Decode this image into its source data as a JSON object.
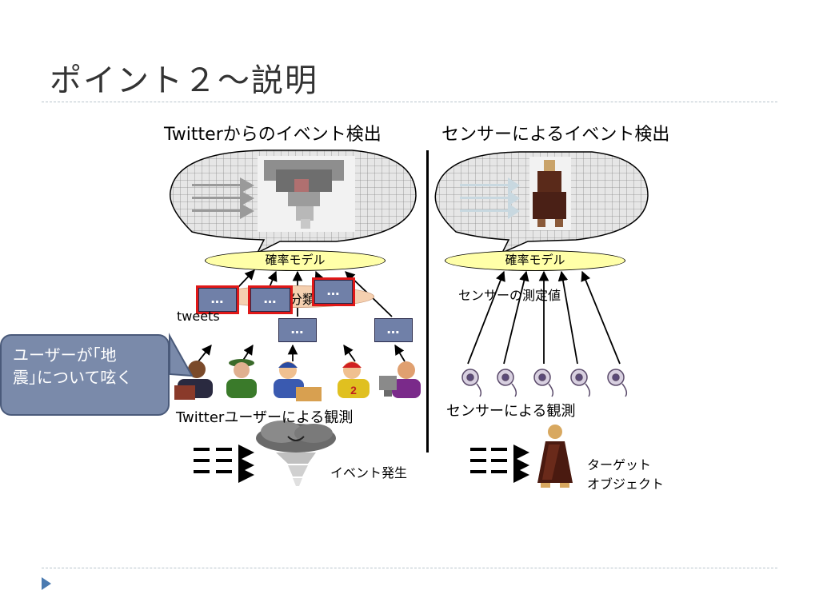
{
  "slide": {
    "title": "ポイント２～説明",
    "left": {
      "heading": "Twitterからのイベント検出",
      "model_label": "確率モデル",
      "classifier_label": "分類",
      "tweets_label": "tweets",
      "tweet_icon_text": "…",
      "observe_label": "Twitterユーザーによる観測",
      "event_label": "イベント発生"
    },
    "right": {
      "heading": "センサーによるイベント検出",
      "model_label": "確率モデル",
      "sensor_value_label": "センサーの測定値",
      "observe_label": "センサーによる観測",
      "target_label_line1": "ターゲット",
      "target_label_line2": "オブジェクト"
    },
    "callout": {
      "line1": "ユーザーが｢地",
      "line2": "震｣について呟く"
    },
    "colors": {
      "model_fill": "#ffffa8",
      "tweet_fill": "#7080a8",
      "highlight": "#e01818",
      "callout_fill": "#7a8aaa"
    }
  }
}
